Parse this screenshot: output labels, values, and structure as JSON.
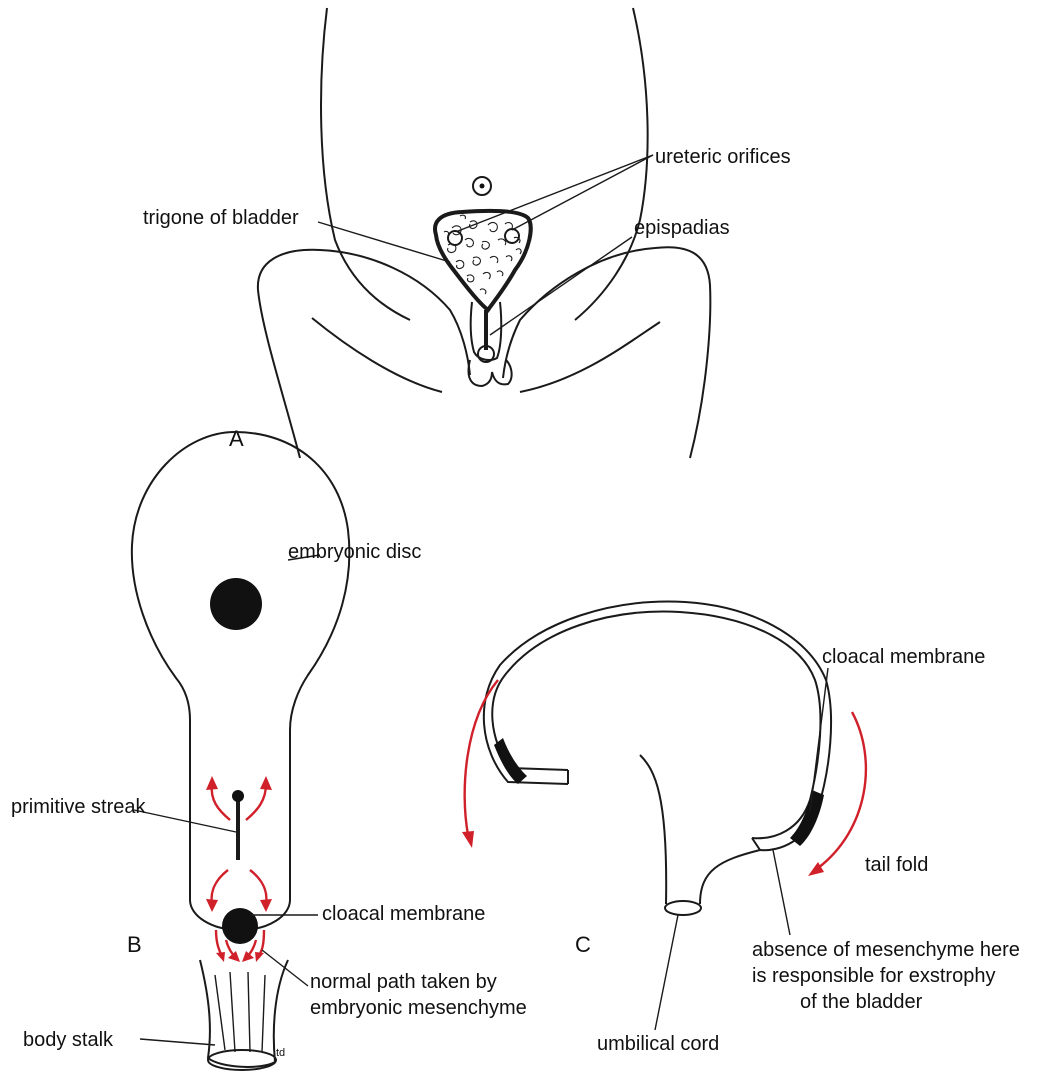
{
  "panels": {
    "a": {
      "letter": "A",
      "labels": {
        "ureteric_orifices": "ureteric orifices",
        "trigone": "trigone of bladder",
        "epispadias": "epispadias"
      }
    },
    "b": {
      "letter": "B",
      "labels": {
        "embryonic_disc": "embryonic disc",
        "primitive_streak": "primitive streak",
        "cloacal_membrane": "cloacal membrane",
        "normal_path_1": "normal path taken by",
        "normal_path_2": "embryonic mesenchyme",
        "body_stalk": "body stalk",
        "initials": "td"
      }
    },
    "c": {
      "letter": "C",
      "labels": {
        "cloacal_membrane": "cloacal membrane",
        "tail_fold": "tail fold",
        "absence_1": "absence of mesenchyme here",
        "absence_2": "is responsible for exstrophy",
        "absence_3": "of the bladder",
        "umbilical_cord": "umbilical cord"
      }
    }
  },
  "colors": {
    "line": "#1a1a1a",
    "arrow": "#d0202a",
    "background": "#ffffff"
  }
}
